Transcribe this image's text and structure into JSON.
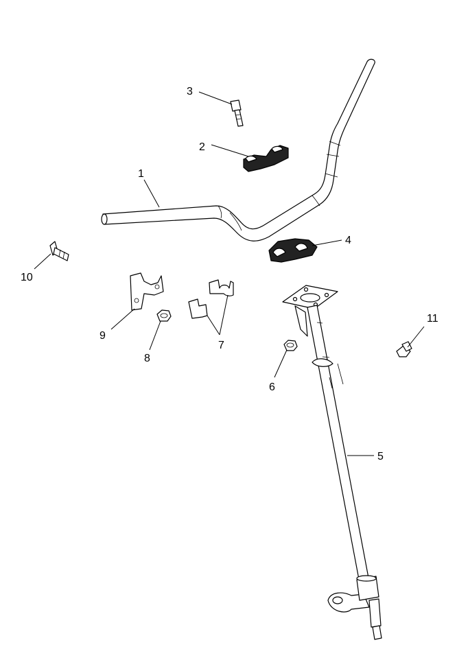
{
  "callouts": [
    {
      "id": "1",
      "part": "handlebar"
    },
    {
      "id": "2",
      "part": "upper-clamp"
    },
    {
      "id": "3",
      "part": "clamp-bolt"
    },
    {
      "id": "4",
      "part": "lower-clamp-holder"
    },
    {
      "id": "5",
      "part": "steering-post"
    },
    {
      "id": "6",
      "part": "post-nut"
    },
    {
      "id": "7",
      "part": "cable-clips"
    },
    {
      "id": "8",
      "part": "flange-nut"
    },
    {
      "id": "9",
      "part": "bracket"
    },
    {
      "id": "10",
      "part": "bracket-bolt"
    },
    {
      "id": "11",
      "part": "grease-fitting"
    }
  ]
}
